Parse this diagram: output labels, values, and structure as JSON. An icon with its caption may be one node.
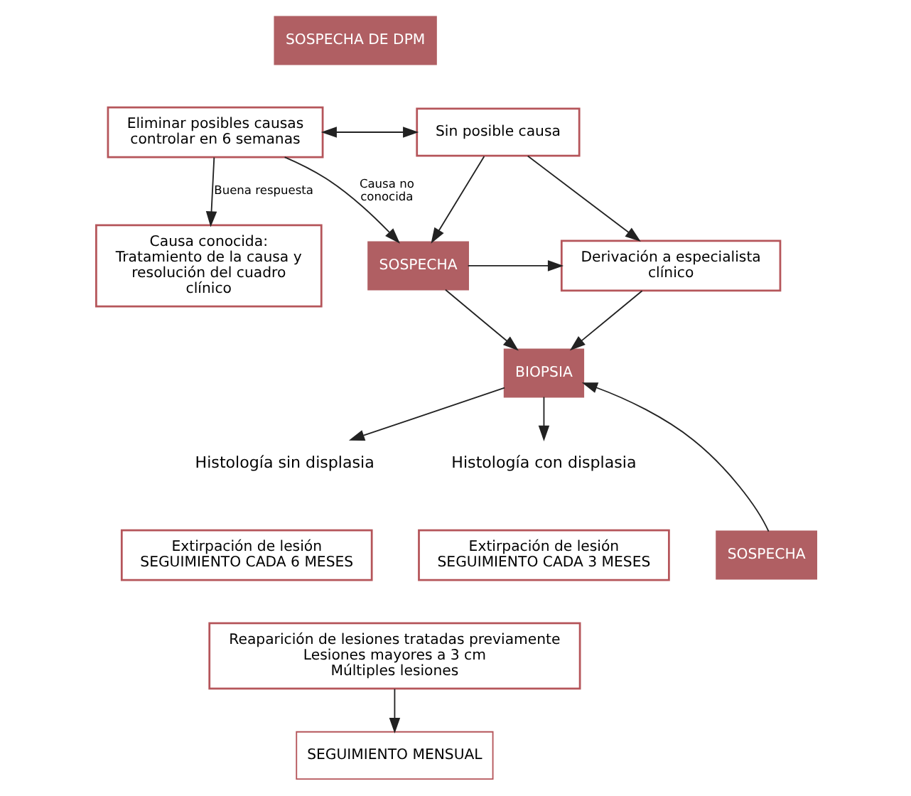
{
  "diagram": {
    "nodes": [
      {
        "text": [
          "SOSPECHA DE DPM"
        ]
      },
      {
        "text": [
          "Eliminar posibles causas controlar en 6 semanas"
        ]
      },
      {
        "text": [
          "Sin posible causa"
        ]
      },
      {
        "text": [
          "Causa conocida: Tratamiento de la causa y resolución del cuadro clínico"
        ]
      },
      {
        "text": [
          "SOSPECHA"
        ]
      },
      {
        "text": [
          "Derivación a especialista clínico"
        ]
      },
      {
        "text": [
          "BIOPSIA"
        ]
      },
      {
        "text": [
          "Histología sin displasia"
        ]
      },
      {
        "text": [
          "Histología con displasia"
        ]
      },
      {
        "text": [
          "Extirpación de lesión SEGUIMIENTO CADA 6 MESES"
        ]
      },
      {
        "text": [
          "SOSPECHA"
        ]
      },
      {
        "text": [
          "Extirpación de lesión SEGUIMIENTO CADA 3 MESES"
        ]
      },
      {
        "text": [
          "Reaparición de lesiones tratadas previamente",
          "Lesiones mayores a 3 cm",
          "Múltiples lesiones"
        ]
      },
      {
        "text": [
          "SEGUIMIENTO MENSUAL"
        ]
      }
    ],
    "edges": [
      {
        "from": 1,
        "to": 2,
        "arrow": "both"
      },
      {
        "from": 1,
        "to": 3,
        "arrow": "to",
        "label": "Buena respuesta"
      },
      {
        "from": 1,
        "to": 4,
        "arrow": "to",
        "label": "Causa no conocida"
      },
      {
        "from": 2,
        "to": 4,
        "arrow": "to"
      },
      {
        "from": 2,
        "to": 5,
        "arrow": "to"
      },
      {
        "from": 4,
        "to": 5,
        "arrow": "to"
      },
      {
        "from": 4,
        "to": 6,
        "arrow": "to"
      },
      {
        "from": 5,
        "to": 6,
        "arrow": "to"
      },
      {
        "from": 6,
        "to": 7,
        "arrow": "to"
      },
      {
        "from": 6,
        "to": 8,
        "arrow": "to"
      },
      {
        "from": 10,
        "to": 6,
        "arrow": "to"
      },
      {
        "from": 12,
        "to": 13,
        "arrow": "to"
      }
    ]
  }
}
